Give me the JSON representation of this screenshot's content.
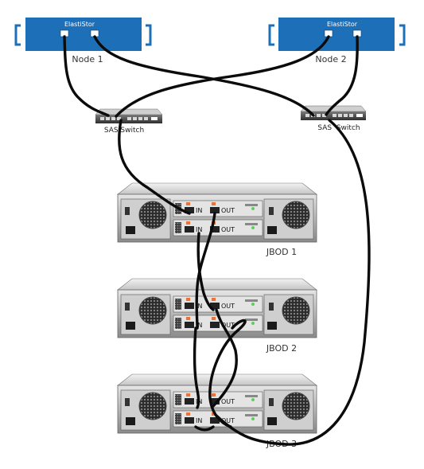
{
  "nodes": [
    {
      "brand": "ElastiStor",
      "label": "Node 1"
    },
    {
      "brand": "ElastiStor",
      "label": "Node 2"
    }
  ],
  "switches": [
    {
      "label": "SAS Switch"
    },
    {
      "label": "SAS  Switch"
    }
  ],
  "jbods": [
    {
      "label": "JBOD 1",
      "port_in": "IN",
      "port_out": "OUT"
    },
    {
      "label": "JBOD 2",
      "port_in": "IN",
      "port_out": "OUT"
    },
    {
      "label": "JBOD 3",
      "port_in": "IN",
      "port_out": "OUT"
    }
  ],
  "colors": {
    "node_fill": "#1d6fb8",
    "node_bracket": "#1d6fb8",
    "cable": "#0b0b0b",
    "chassis": "#9a9a9a",
    "port_marker": "#e8743b"
  }
}
